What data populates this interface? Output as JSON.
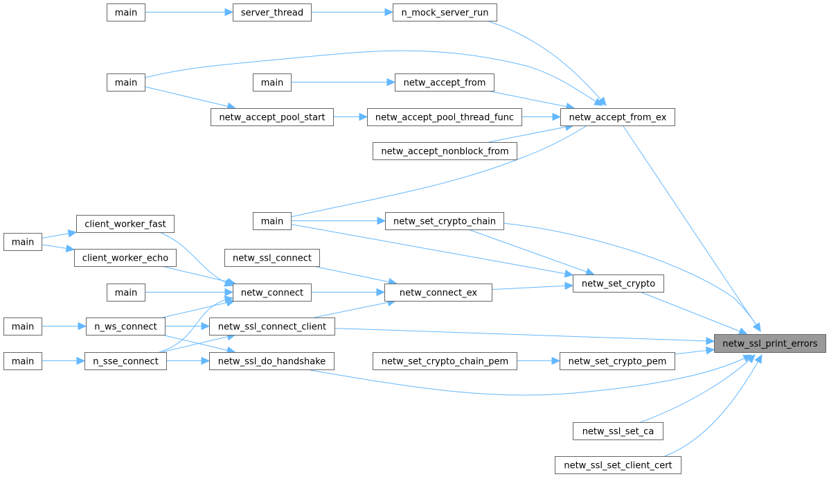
{
  "title": "netw_ssl_print_errors caller graph",
  "colors": {
    "edge": "#63b8ff",
    "node_border": "#666666",
    "root_fill": "#999999",
    "node_fill": "#ffffff"
  },
  "nodes": [
    {
      "id": "root",
      "label": "netw_ssl_print_errors",
      "root": true
    },
    {
      "id": "main1",
      "label": "main"
    },
    {
      "id": "server_thread",
      "label": "server_thread"
    },
    {
      "id": "n_mock_server_run",
      "label": "n_mock_server_run"
    },
    {
      "id": "main2",
      "label": "main"
    },
    {
      "id": "main3",
      "label": "main"
    },
    {
      "id": "netw_accept_from",
      "label": "netw_accept_from"
    },
    {
      "id": "netw_accept_pool_start",
      "label": "netw_accept_pool_start"
    },
    {
      "id": "netw_accept_pool_thread_func",
      "label": "netw_accept_pool_thread_func"
    },
    {
      "id": "netw_accept_from_ex",
      "label": "netw_accept_from_ex"
    },
    {
      "id": "netw_accept_nonblock_from",
      "label": "netw_accept_nonblock_from"
    },
    {
      "id": "main4",
      "label": "main"
    },
    {
      "id": "netw_set_crypto_chain",
      "label": "netw_set_crypto_chain"
    },
    {
      "id": "main5",
      "label": "main"
    },
    {
      "id": "client_worker_fast",
      "label": "client_worker_fast"
    },
    {
      "id": "client_worker_echo",
      "label": "client_worker_echo"
    },
    {
      "id": "netw_ssl_connect",
      "label": "netw_ssl_connect"
    },
    {
      "id": "main6",
      "label": "main"
    },
    {
      "id": "netw_connect",
      "label": "netw_connect"
    },
    {
      "id": "netw_connect_ex",
      "label": "netw_connect_ex"
    },
    {
      "id": "netw_set_crypto",
      "label": "netw_set_crypto"
    },
    {
      "id": "main7",
      "label": "main"
    },
    {
      "id": "n_ws_connect",
      "label": "n_ws_connect"
    },
    {
      "id": "netw_ssl_connect_client",
      "label": "netw_ssl_connect_client"
    },
    {
      "id": "main8",
      "label": "main"
    },
    {
      "id": "n_sse_connect",
      "label": "n_sse_connect"
    },
    {
      "id": "netw_ssl_do_handshake",
      "label": "netw_ssl_do_handshake"
    },
    {
      "id": "netw_set_crypto_chain_pem",
      "label": "netw_set_crypto_chain_pem"
    },
    {
      "id": "netw_set_crypto_pem",
      "label": "netw_set_crypto_pem"
    },
    {
      "id": "netw_ssl_set_ca",
      "label": "netw_ssl_set_ca"
    },
    {
      "id": "netw_ssl_set_client_cert",
      "label": "netw_ssl_set_client_cert"
    }
  ],
  "edges": [
    {
      "from": "main1",
      "to": "server_thread"
    },
    {
      "from": "server_thread",
      "to": "n_mock_server_run"
    },
    {
      "from": "n_mock_server_run",
      "to": "netw_accept_from_ex"
    },
    {
      "from": "main2",
      "to": "netw_accept_from_ex"
    },
    {
      "from": "main2",
      "to": "netw_accept_pool_start"
    },
    {
      "from": "main3",
      "to": "netw_accept_from"
    },
    {
      "from": "netw_accept_from",
      "to": "netw_accept_from_ex"
    },
    {
      "from": "netw_accept_pool_start",
      "to": "netw_accept_pool_thread_func"
    },
    {
      "from": "netw_accept_pool_thread_func",
      "to": "netw_accept_from_ex"
    },
    {
      "from": "netw_accept_nonblock_from",
      "to": "netw_accept_from_ex"
    },
    {
      "from": "main4",
      "to": "netw_accept_from_ex"
    },
    {
      "from": "netw_accept_from_ex",
      "to": "root"
    },
    {
      "from": "main4",
      "to": "netw_set_crypto_chain"
    },
    {
      "from": "main4",
      "to": "netw_set_crypto"
    },
    {
      "from": "netw_set_crypto_chain",
      "to": "netw_set_crypto"
    },
    {
      "from": "netw_set_crypto_chain",
      "to": "root"
    },
    {
      "from": "main5",
      "to": "client_worker_fast"
    },
    {
      "from": "main5",
      "to": "client_worker_echo"
    },
    {
      "from": "client_worker_fast",
      "to": "netw_connect"
    },
    {
      "from": "client_worker_echo",
      "to": "netw_connect"
    },
    {
      "from": "main6",
      "to": "netw_connect"
    },
    {
      "from": "netw_ssl_connect",
      "to": "netw_connect_ex"
    },
    {
      "from": "netw_connect",
      "to": "netw_connect_ex"
    },
    {
      "from": "netw_ssl_connect_client",
      "to": "netw_connect_ex"
    },
    {
      "from": "netw_connect_ex",
      "to": "netw_set_crypto"
    },
    {
      "from": "netw_set_crypto",
      "to": "root"
    },
    {
      "from": "main7",
      "to": "n_ws_connect"
    },
    {
      "from": "n_ws_connect",
      "to": "netw_connect"
    },
    {
      "from": "n_ws_connect",
      "to": "netw_ssl_connect_client"
    },
    {
      "from": "n_ws_connect",
      "to": "netw_ssl_do_handshake"
    },
    {
      "from": "main8",
      "to": "n_sse_connect"
    },
    {
      "from": "n_sse_connect",
      "to": "netw_connect"
    },
    {
      "from": "n_sse_connect",
      "to": "netw_ssl_connect_client"
    },
    {
      "from": "n_sse_connect",
      "to": "netw_ssl_do_handshake"
    },
    {
      "from": "netw_ssl_connect_client",
      "to": "root"
    },
    {
      "from": "netw_ssl_do_handshake",
      "to": "root"
    },
    {
      "from": "netw_set_crypto_chain_pem",
      "to": "netw_set_crypto_pem"
    },
    {
      "from": "netw_set_crypto_pem",
      "to": "root"
    },
    {
      "from": "netw_ssl_set_ca",
      "to": "root"
    },
    {
      "from": "netw_ssl_set_client_cert",
      "to": "root"
    }
  ]
}
